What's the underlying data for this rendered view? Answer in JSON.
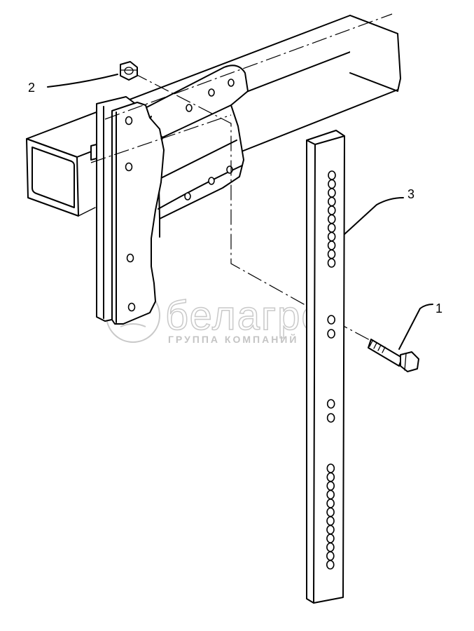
{
  "callouts": [
    {
      "id": "1",
      "label": "1"
    },
    {
      "id": "2",
      "label": "2"
    },
    {
      "id": "3",
      "label": "3"
    }
  ],
  "watermark": {
    "brand": "белагро",
    "tagline": "ГРУППА КОМПАНИЙ"
  },
  "parts": {
    "bolt": "hex-bolt",
    "nut": "hex-nut",
    "bar": "perforated-bar",
    "beam": "square-tube-beam",
    "bracket": "mounting-bracket"
  }
}
